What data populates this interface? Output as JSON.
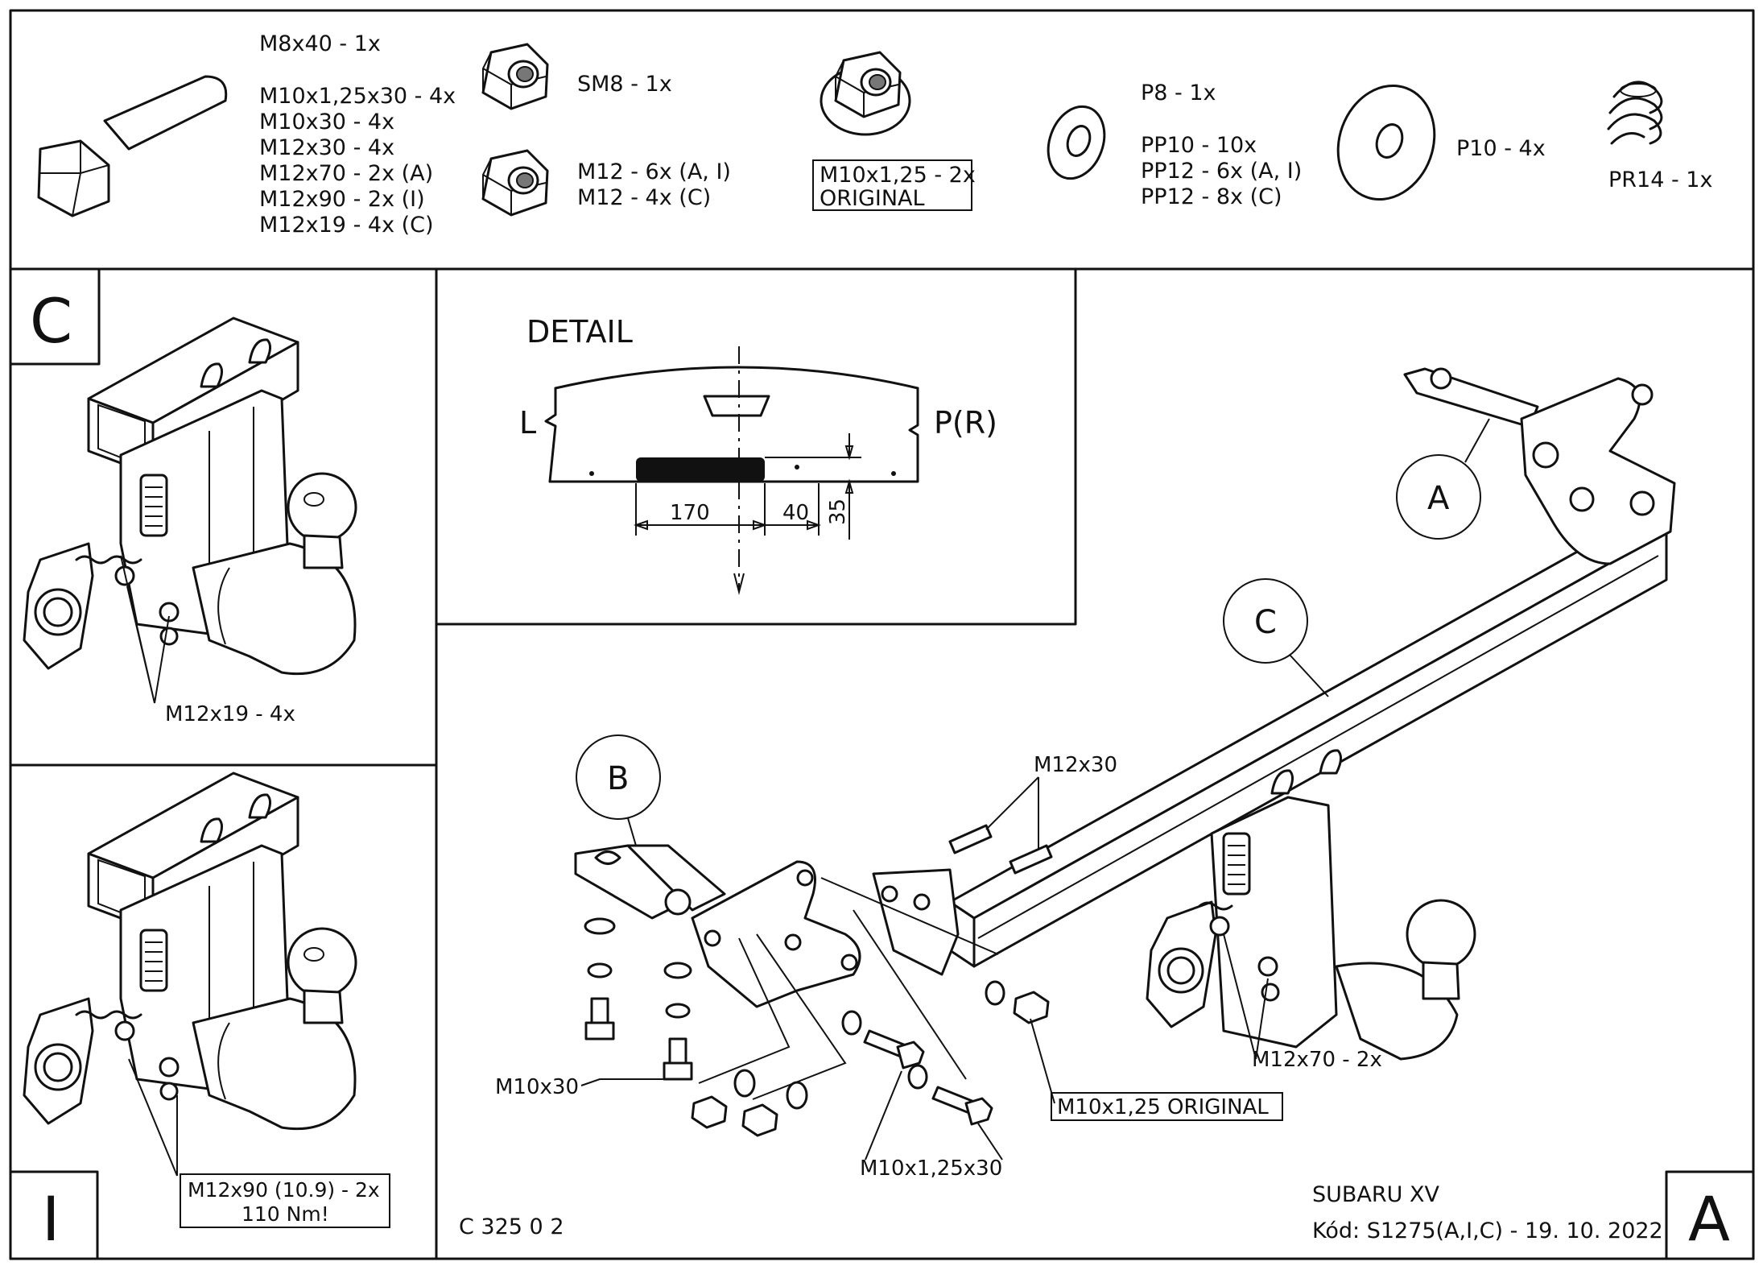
{
  "parts": {
    "bolt_labels": [
      "M8x40 - 1x",
      "M10x1,25x30 - 4x",
      "M10x30 - 4x",
      "M12x30 - 4x",
      "M12x70 - 2x (A)",
      "M12x90 - 2x (I)",
      "M12x19 - 4x (C)"
    ],
    "sm8_label": "SM8 - 1x",
    "m12_nut_labels": [
      "M12 - 6x (A, I)",
      "M12 - 4x (C)"
    ],
    "flange_nut_labels": [
      "M10x1,25 - 2x",
      "ORIGINAL"
    ],
    "washer_labels": [
      "P8 - 1x",
      "PP10 - 10x",
      "PP12 - 6x (A, I)",
      "PP12 - 8x (C)"
    ],
    "p10_label": "P10 - 4x",
    "spring_label": "PR14 - 1x"
  },
  "panel_c": {
    "letter": "C",
    "callout": "M12x19 - 4x"
  },
  "panel_i": {
    "letter": "I",
    "callout_lines": [
      "M12x90 (10.9) - 2x",
      "110 Nm!"
    ]
  },
  "detail": {
    "title": "DETAIL",
    "left": "L",
    "right": "P(R)",
    "dim_width": "170",
    "dim_offset": "40",
    "dim_height": "35"
  },
  "main": {
    "bubble_a": "A",
    "bubble_b": "B",
    "bubble_c": "C",
    "m12x30": "M12x30",
    "m10x30": "M10x30",
    "m10x125x30": "M10x1,25x30",
    "m10x125_original": "M10x1,25 ORIGINAL",
    "m12x70": "M12x70 - 2x"
  },
  "footer": {
    "drawing_code": "C 325 0 2",
    "vehicle": "SUBARU XV",
    "code_line": "Kód: S1275(A,I,C) - 19. 10. 2022",
    "variant": "A"
  }
}
